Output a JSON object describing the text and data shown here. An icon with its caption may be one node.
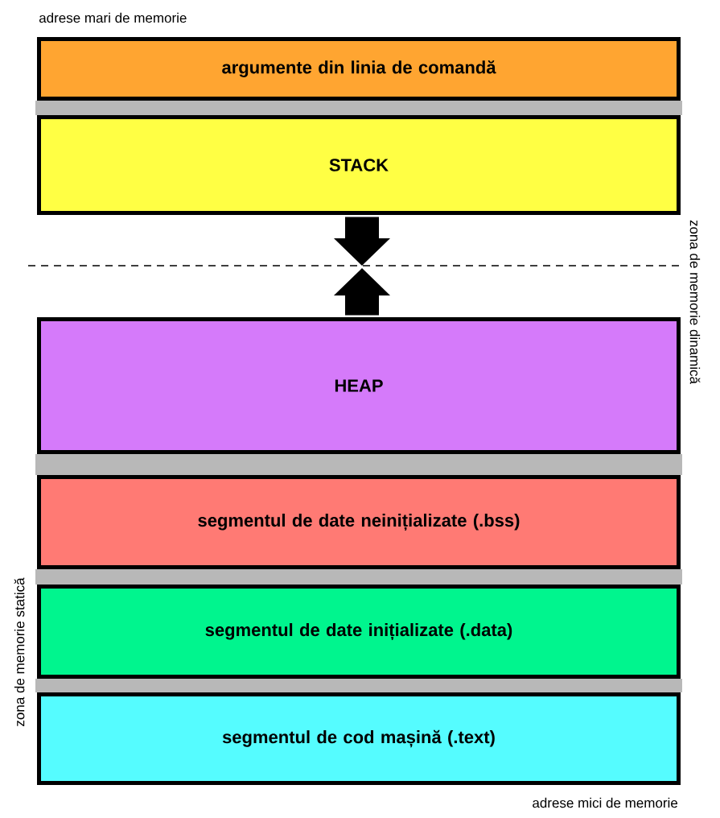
{
  "diagram": {
    "nodes": [
      {
        "text": [
          "argumente din linia de comandă"
        ]
      },
      {
        "text": [],
        "shape": "bar"
      },
      {
        "text": [
          "STACK"
        ]
      },
      {
        "text": [
          "HEAP"
        ]
      },
      {
        "text": [],
        "shape": "bar"
      },
      {
        "text": [
          "segmentul de date neinițializate (.bss)"
        ]
      },
      {
        "text": [],
        "shape": "bar"
      },
      {
        "text": [
          "segmentul de date inițializate (.data)"
        ]
      },
      {
        "text": [],
        "shape": "bar"
      },
      {
        "text": [
          "segmentul de cod mașină (.text)"
        ]
      }
    ],
    "edges": [
      {
        "from": 2,
        "to": null,
        "arrow": "to"
      },
      {
        "from": 3,
        "to": null,
        "arrow": "to"
      }
    ],
    "labels": [
      "adrese mari de memorie",
      "zona de memorie dinamică",
      "zona de memorie statică",
      "adrese mici de memorie"
    ]
  }
}
